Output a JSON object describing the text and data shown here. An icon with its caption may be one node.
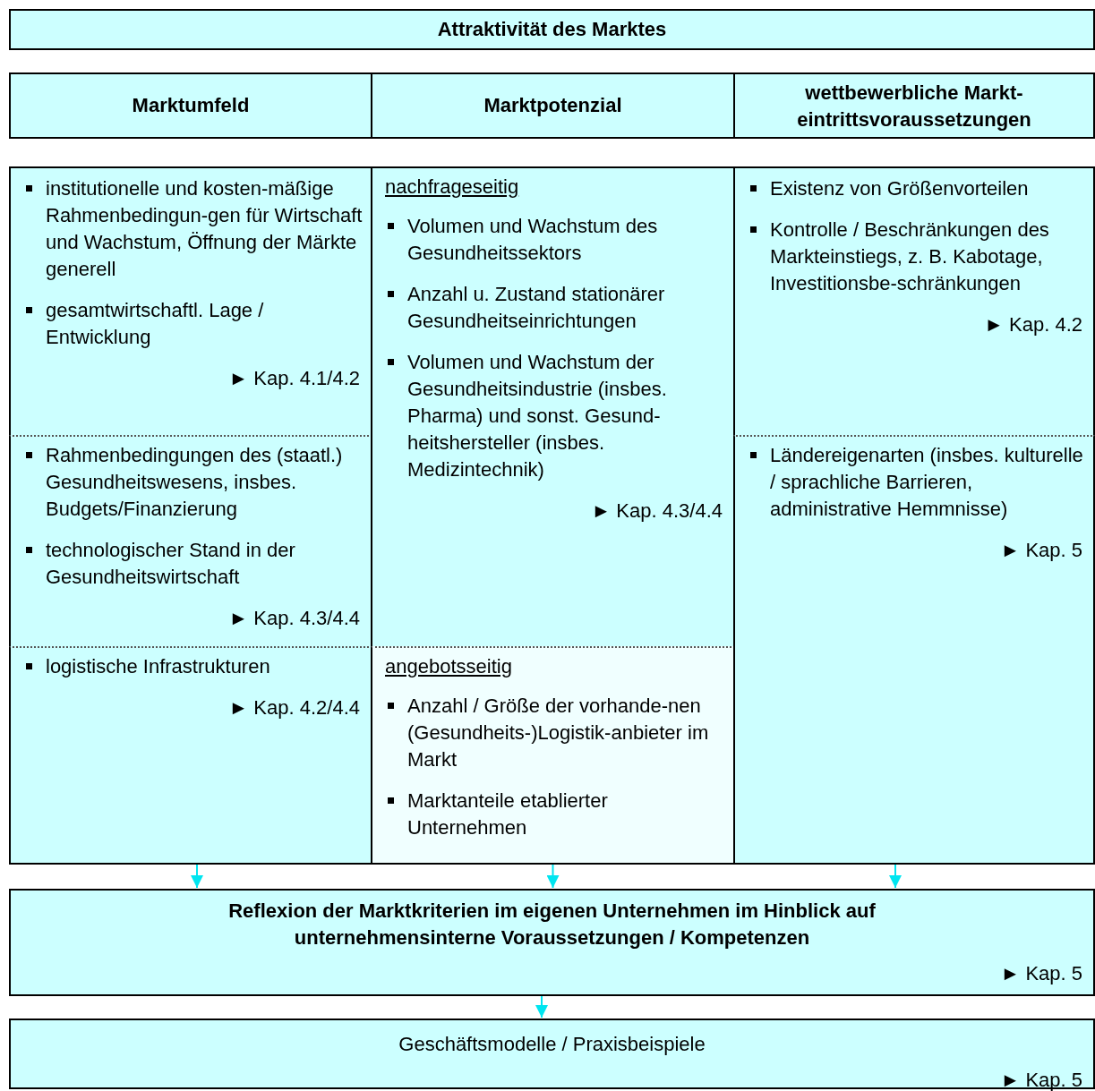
{
  "diagram": {
    "nodes": [
      {
        "text": [
          "Attraktivität des Marktes"
        ]
      },
      {
        "text": [
          "Marktumfeld"
        ]
      },
      {
        "text": [
          "Marktpotenzial"
        ]
      },
      {
        "text": [
          "wettbewerbliche Markt-eintrittsvoraussetzungen"
        ]
      },
      {
        "text": [
          "institutionelle und kosten-mäßige Rahmenbedingun-gen für Wirtschaft und Wachstum, Öffnung der Märkte generell",
          "gesamtwirtschaftl. Lage / Entwicklung",
          "► Kap. 4.1/4.2"
        ]
      },
      {
        "text": [
          "Rahmenbedingungen des (staatl.) Gesundheitswesens, insbes. Budgets/Finanzierung",
          "technologischer Stand in der Gesundheitswirtschaft",
          "► Kap. 4.3/4.4"
        ]
      },
      {
        "text": [
          "logistische Infrastrukturen",
          "► Kap. 4.2/4.4"
        ]
      },
      {
        "text": [
          "nachfrageseitig",
          "Volumen und Wachstum des Gesundheitssektors",
          "Anzahl u. Zustand stationärer Gesundheitseinrichtungen",
          "Volumen und Wachstum der Gesundheitsindustrie (insbes. Pharma) und sonst. Gesund-heitshersteller (insbes. Medizintechnik)",
          "► Kap. 4.3/4.4"
        ]
      },
      {
        "text": [
          "angebotsseitig",
          "Anzahl / Größe der vorhande-nen (Gesundheits-)Logistik-anbieter im Markt",
          "Marktanteile etablierter Unternehmen"
        ]
      },
      {
        "text": [
          "Existenz von Größenvorteilen",
          "Kontrolle / Beschränkungen des Markteinstiegs, z. B. Kabotage, Investitionsbe-schränkungen",
          "► Kap. 4.2"
        ]
      },
      {
        "text": [
          "Ländereigenarten (insbes. kulturelle / sprachliche Barrieren, administrative Hemmnisse)",
          "► Kap. 5"
        ]
      },
      {
        "text": [
          "Reflexion der Marktkriterien im eigenen Unternehmen im Hinblick auf unternehmensinterne Voraussetzungen / Kompetenzen",
          "► Kap. 5"
        ]
      },
      {
        "text": [
          "Geschäftsmodelle / Praxisbeispiele",
          "► Kap. 5"
        ]
      }
    ],
    "edges": [
      {
        "from": 6,
        "to": 11,
        "arrow": "to"
      },
      {
        "from": 8,
        "to": 11,
        "arrow": "to"
      },
      {
        "from": 10,
        "to": 11,
        "arrow": "to"
      },
      {
        "from": 11,
        "to": 12,
        "arrow": "to"
      }
    ]
  }
}
